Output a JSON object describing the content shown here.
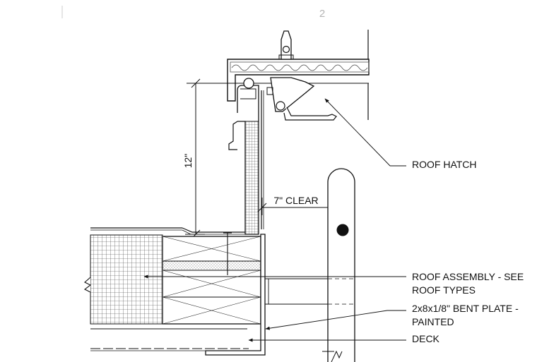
{
  "sheet_number": "2",
  "dimensions": {
    "height": "12\"",
    "clear": "7\" CLEAR"
  },
  "labels": {
    "roof_hatch": "ROOF HATCH",
    "roof_assembly_line1": "ROOF ASSEMBLY - SEE",
    "roof_assembly_line2": "ROOF TYPES",
    "bent_plate_line1": "2x8x1/8\" BENT PLATE -",
    "bent_plate_line2": "PAINTED",
    "deck": "DECK"
  }
}
